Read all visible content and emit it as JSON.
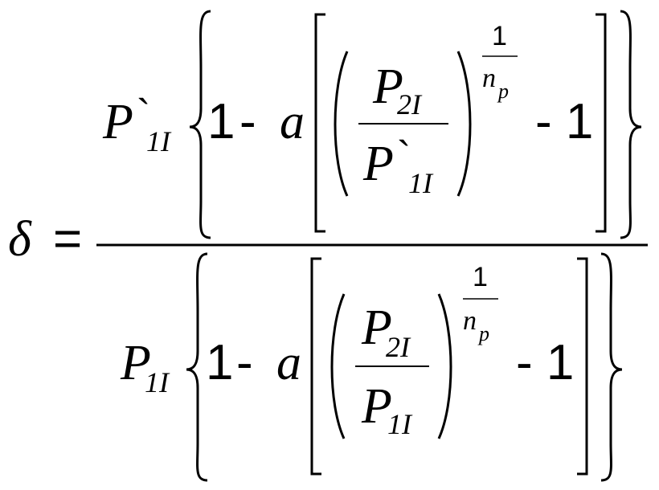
{
  "equation": {
    "lhs": "δ",
    "equals": "=",
    "numerator": {
      "prefix_var": "P",
      "prefix_prime": "`",
      "prefix_sub": "1I",
      "left_brace": "{",
      "one": "1",
      "minus": "-",
      "coef": "a",
      "frac_top_var": "P",
      "frac_top_sub": "2I",
      "frac_bot_var": "P",
      "frac_bot_prime": "`",
      "frac_bot_sub": "1I",
      "exp_num": "1",
      "exp_den_var": "n",
      "exp_den_sub": "p",
      "minus_one": "- 1",
      "right_brace": "}"
    },
    "denominator": {
      "prefix_var": "P",
      "prefix_sub": "1I",
      "left_brace": "{",
      "one": "1",
      "minus": "-",
      "coef": "a",
      "frac_top_var": "P",
      "frac_top_sub": "2I",
      "frac_bot_var": "P",
      "frac_bot_sub": "1I",
      "exp_num": "1",
      "exp_den_var": "n",
      "exp_den_sub": "p",
      "minus_one": "- 1",
      "right_brace": "}"
    }
  }
}
